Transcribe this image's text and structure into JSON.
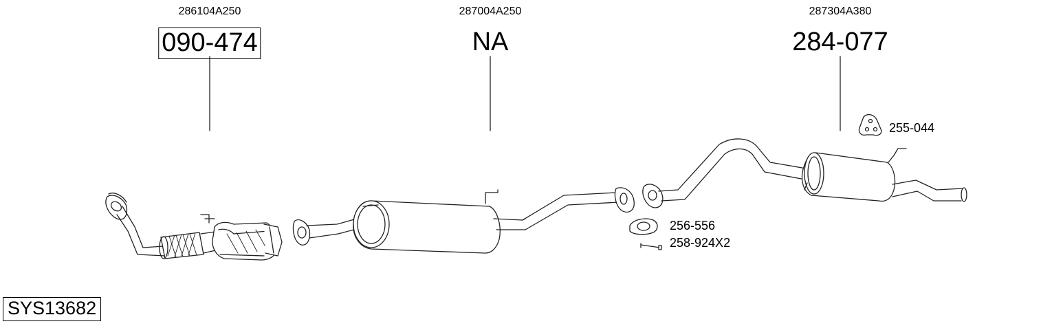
{
  "groups": [
    {
      "oem": "286104A250",
      "part": "090-474"
    },
    {
      "oem": "287004A250",
      "part": "NA"
    },
    {
      "oem": "287304A380",
      "part": "284-077"
    }
  ],
  "accessories": {
    "mount": "255-044",
    "gasket": "256-556",
    "bolt": "258-924X2"
  },
  "system_code": "SYS13682"
}
